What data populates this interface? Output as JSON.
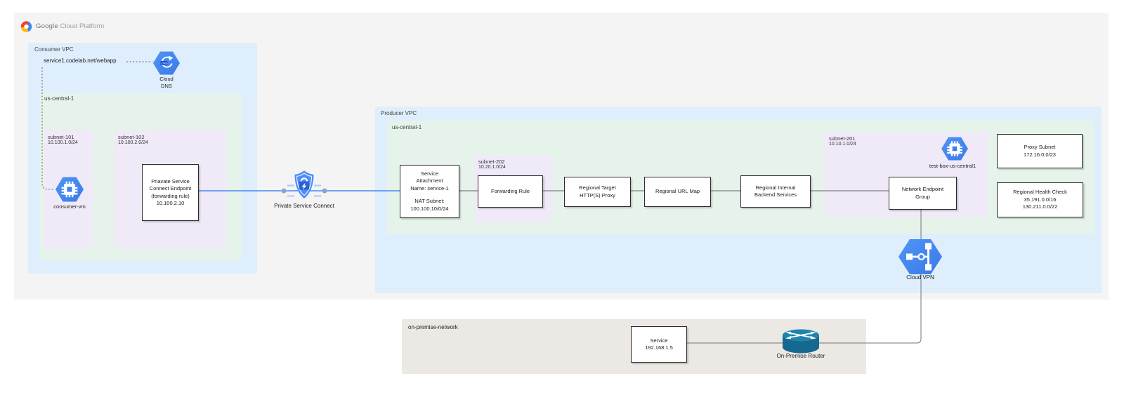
{
  "brand": {
    "google": "Google",
    "cloud": "Cloud Platform"
  },
  "consumer": {
    "title": "Consumer VPC",
    "dns_record": "service1.codelab.net/webapp",
    "cloud_dns": {
      "line1": "Cloud",
      "line2": "DNS"
    },
    "region": "us-central-1",
    "subnet101": {
      "name": "subnet-101",
      "cidr": "10.100.1.0/24"
    },
    "vm_label": "consumer-vm",
    "subnet102": {
      "name": "subnet-102",
      "cidr": "10.100.2.0/24"
    },
    "endpoint": {
      "lines": [
        "Priavate Service",
        "Connect Endpoint",
        "(forwarding rule)",
        "10.100.2.10"
      ]
    }
  },
  "psc": {
    "label": "Private Service Connect"
  },
  "producer": {
    "title": "Producer VPC",
    "region": "us-central-1",
    "service_attachment": {
      "lines": [
        "Service",
        "Attachment",
        "Name: service-1",
        "NAT Subnet:",
        "100.100.10/0/24"
      ]
    },
    "subnet202": {
      "name": "subnet-202",
      "cidr": "10.20.1.0/24"
    },
    "forwarding_rule": "Forwarding Rule",
    "target_proxy": {
      "lines": [
        "Regional Target",
        "HTTP(S) Proxy"
      ]
    },
    "url_map": "Regional URL Map",
    "backend": {
      "lines": [
        "Regional Internal",
        "Backend Services"
      ]
    },
    "subnet201": {
      "name": "subnet-201",
      "cidr": "10.10.1.0/24"
    },
    "test_box": "test-box-us-central1",
    "neg": {
      "lines": [
        "Network Endpoint",
        "Group"
      ]
    },
    "proxy_subnet": {
      "lines": [
        "Proxy Subnet",
        "172.16.0.0/23"
      ]
    },
    "health_check": {
      "lines": [
        "Regional Health Check",
        "35.191.0.0/16",
        "130.211.0.0/22"
      ]
    }
  },
  "vpn": {
    "label": "Cloud VPN"
  },
  "onprem": {
    "title": "on-premise-network",
    "service": {
      "lines": [
        "Service",
        "192.168.1.5"
      ]
    },
    "router": "On-Premise Router"
  },
  "colors": {
    "accent_blue": "#4285f4",
    "icon_blue_dark": "#3367d6",
    "vpc_fill": "#dfeefc",
    "region_fill": "#e6f3ea",
    "subnet_fill": "#f0e9f8",
    "onprem_fill": "#ece9e4",
    "canvas_gray": "#f4f4f4",
    "line_gray": "#616161",
    "router_teal": "#15688f"
  }
}
